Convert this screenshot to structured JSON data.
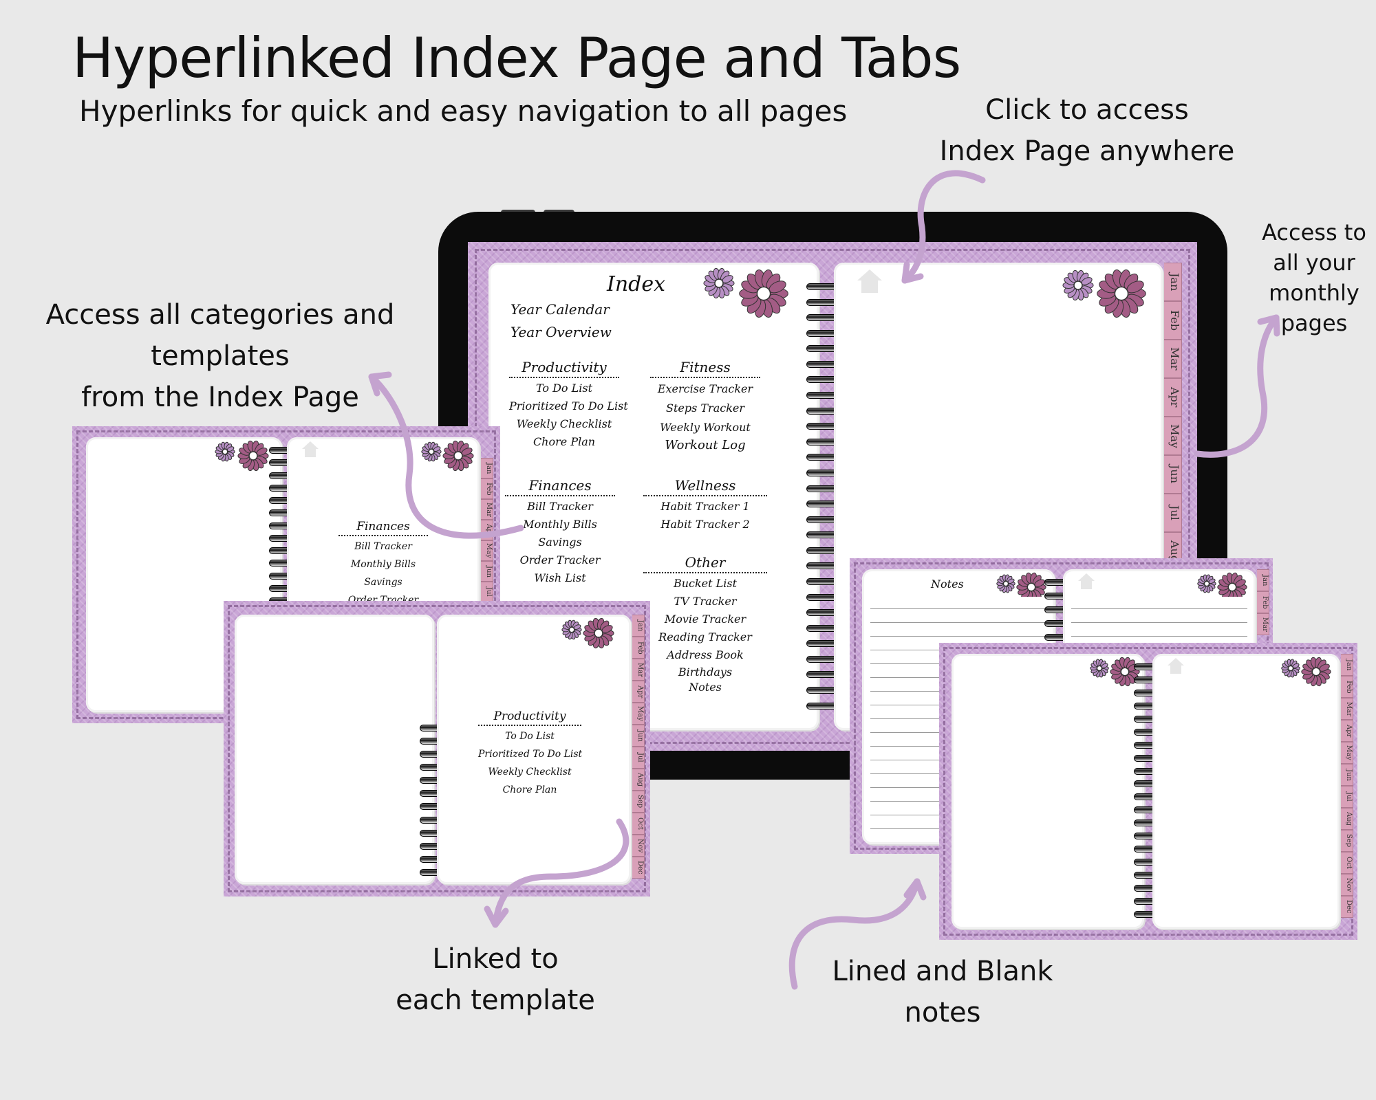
{
  "header": {
    "title": "Hyperlinked Index Page and Tabs",
    "subtitle": "Hyperlinks for quick and easy navigation to all pages"
  },
  "callouts": {
    "index_anywhere_l1": "Click to access",
    "index_anywhere_l2": "Index Page anywhere",
    "monthly_l1": "Access to",
    "monthly_l2": "all your",
    "monthly_l3": "monthly",
    "monthly_l4": "pages",
    "categories_l1": "Access all categories and",
    "categories_l2": "templates",
    "categories_l3": "from the Index Page",
    "linked_l1": "Linked to",
    "linked_l2": "each template",
    "notes_l1": "Lined and Blank",
    "notes_l2": "notes"
  },
  "index": {
    "title": "Index",
    "year_calendar": "Year Calendar",
    "year_overview": "Year Overview",
    "productivity": {
      "heading": "Productivity",
      "items": [
        "To Do List",
        "Prioritized To Do List",
        "Weekly Checklist",
        "Chore Plan"
      ]
    },
    "fitness": {
      "heading": "Fitness",
      "items": [
        "Exercise Tracker",
        "Steps Tracker",
        "Weekly Workout",
        "Workout Log"
      ]
    },
    "finances": {
      "heading": "Finances",
      "items": [
        "Bill Tracker",
        "Monthly Bills",
        "Savings",
        "Order Tracker",
        "Wish List"
      ]
    },
    "wellness": {
      "heading": "Wellness",
      "items": [
        "Habit Tracker 1",
        "Habit Tracker 2"
      ]
    },
    "other": {
      "heading": "Other",
      "items": [
        "Bucket List",
        "TV Tracker",
        "Movie Tracker",
        "Reading Tracker",
        "Address Book",
        "Birthdays",
        "Notes"
      ]
    }
  },
  "months": [
    "Jan",
    "Feb",
    "Mar",
    "Apr",
    "May",
    "Jun",
    "Jul",
    "Aug",
    "Sep",
    "Oct",
    "Nov",
    "Dec"
  ],
  "notes_page_title": "Notes",
  "colors": {
    "cover": "#c9a6d6",
    "tab": "#d9a0b8",
    "flower_dark": "#a35c85",
    "flower_light": "#b78fc4",
    "arrow": "#c4a3cf"
  }
}
